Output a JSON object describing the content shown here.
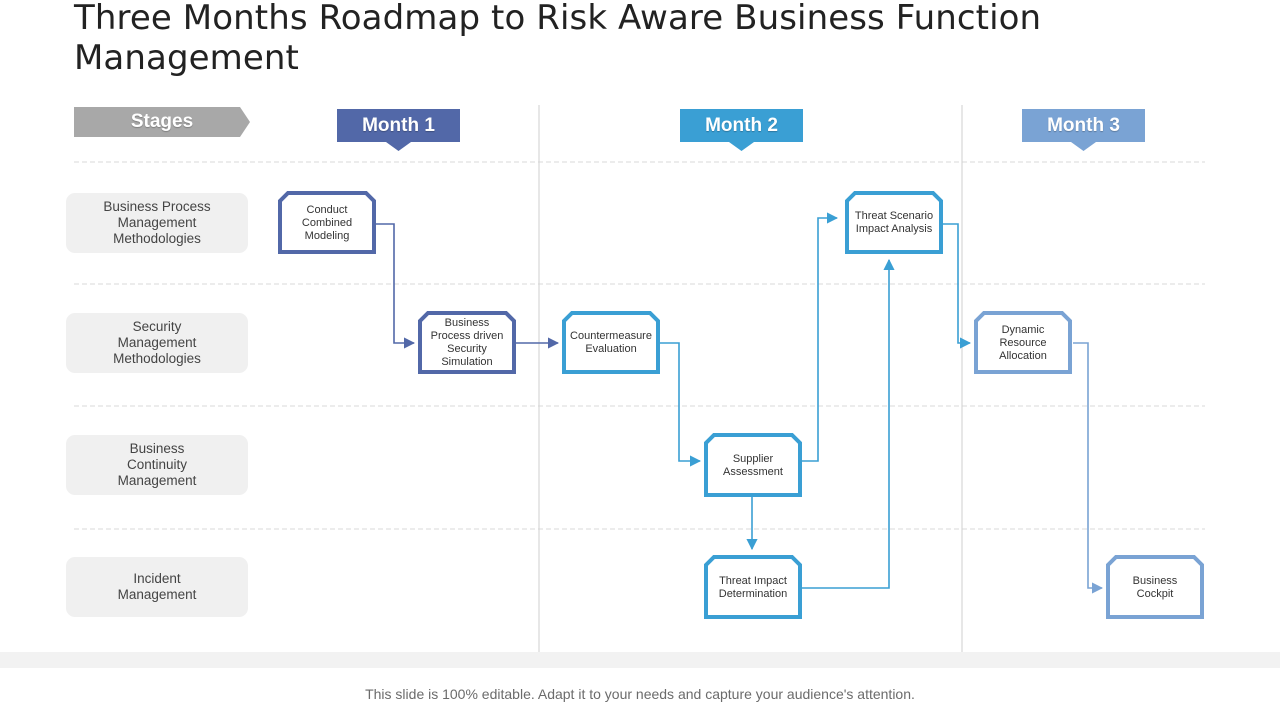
{
  "title": "Three Months Roadmap to Risk Aware Business Function\nManagement",
  "stages_header": "Stages",
  "months": [
    "Month 1",
    "Month 2",
    "Month 3"
  ],
  "stages": [
    "Business Process\nManagement\nMethodologies",
    "Security\nManagement\nMethodologies",
    "Business\nContinuity\nManagement",
    "Incident\nManagement"
  ],
  "nodes": {
    "conduct": "Conduct\nCombined\nModeling",
    "bp_sim": "Business\nProcess driven\nSecurity\nSimulation",
    "countermeasure": "Countermeasure\nEvaluation",
    "supplier": "Supplier\nAssessment",
    "threat_impact": "Threat Impact\nDetermination",
    "threat_scenario": "Threat Scenario\nImpact Analysis",
    "dynamic": "Dynamic\nResource\nAllocation",
    "cockpit": "Business\nCockpit"
  },
  "colors": {
    "month1": "#5268a8",
    "month2": "#3a9fd4",
    "month3": "#7aa3d4",
    "stages": "#a8a8a8",
    "stage_bg": "#f0f0f0",
    "grid": "#d6d6d6"
  },
  "footer": "This slide is 100% editable. Adapt it to your needs and capture your audience's attention."
}
